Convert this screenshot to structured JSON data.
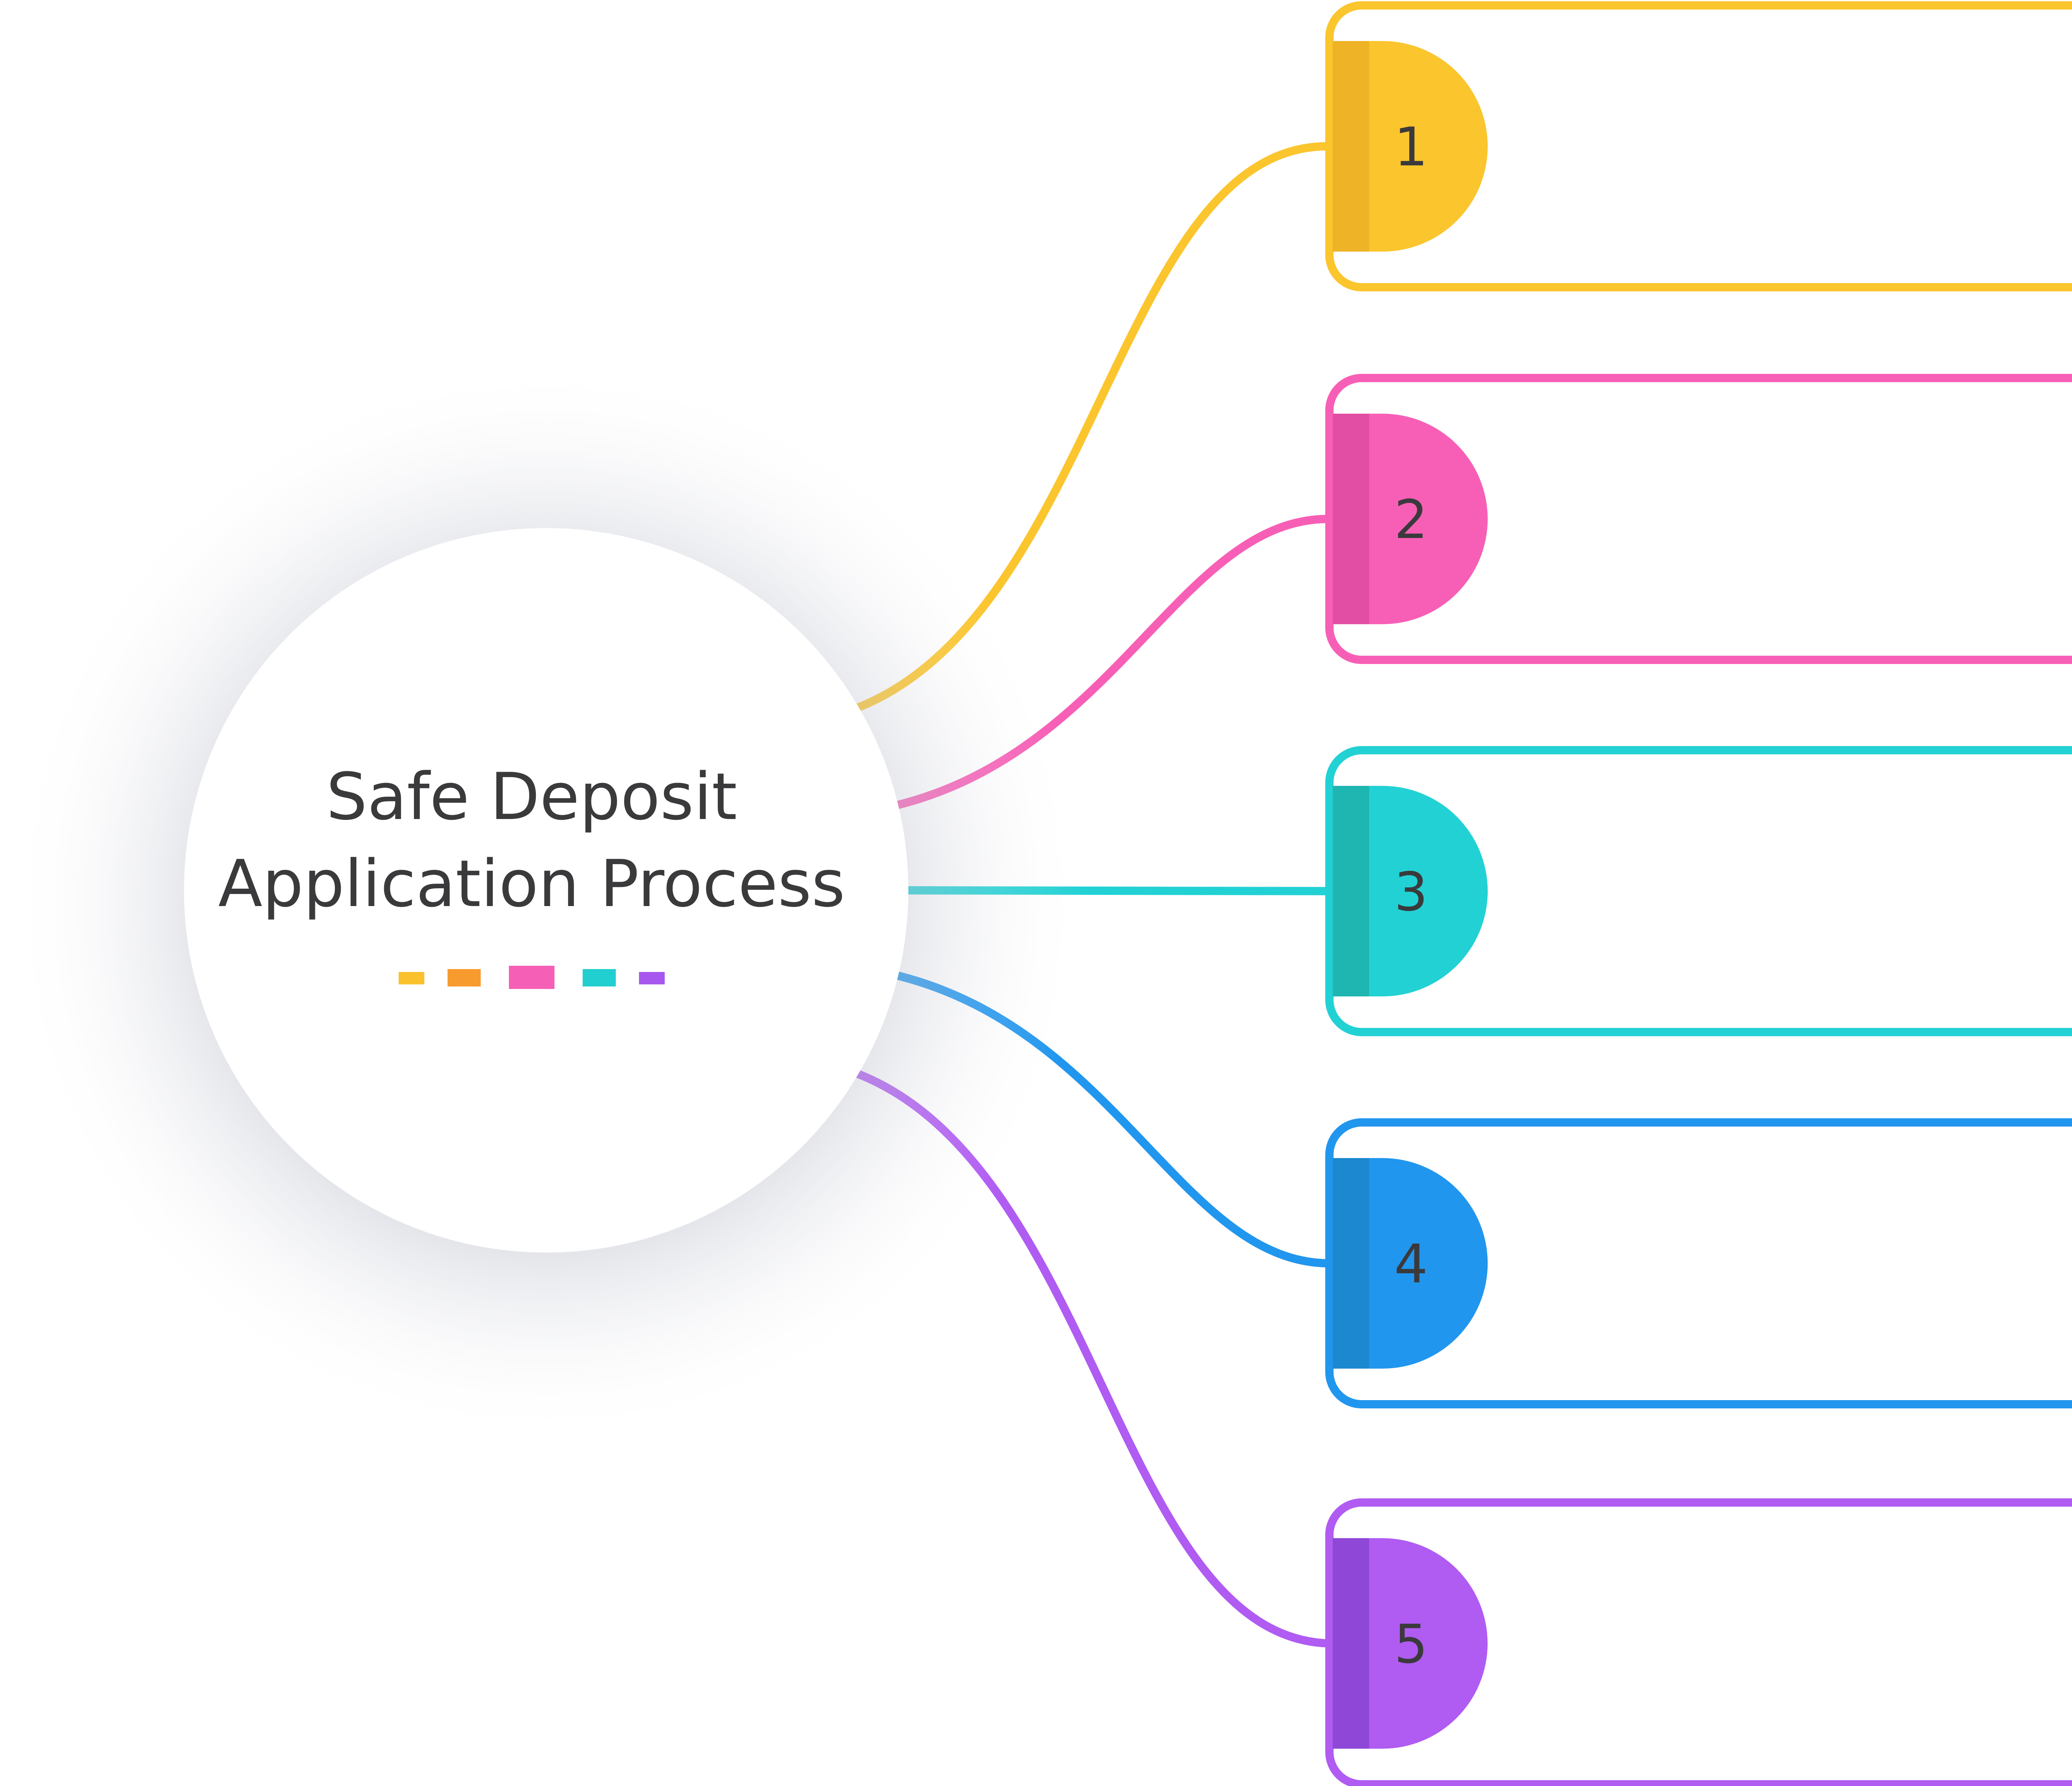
{
  "hub": {
    "title_line1": "Safe Deposit",
    "title_line2": "Application Process",
    "accent_dashes": [
      "#fbc12d",
      "#f79b2e",
      "#f65fb6",
      "#22cfd0",
      "#a857ee"
    ]
  },
  "steps": [
    {
      "number": "1",
      "color": "#fbc52d",
      "tab_dark": "#eeb326",
      "text": ""
    },
    {
      "number": "2",
      "color": "#f75fb6",
      "tab_dark": "#e24ea3",
      "text": ""
    },
    {
      "number": "3",
      "color": "#22d1d4",
      "tab_dark": "#1fb6b1",
      "text": ""
    },
    {
      "number": "4",
      "color": "#2196ee",
      "tab_dark": "#1b88d0",
      "text": ""
    },
    {
      "number": "5",
      "color": "#b05bf2",
      "tab_dark": "#8f47d7",
      "text": ""
    }
  ]
}
